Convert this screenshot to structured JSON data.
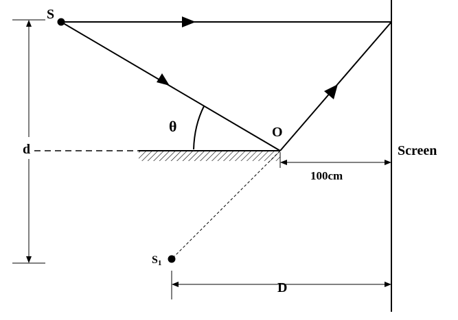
{
  "labels": {
    "source": "S",
    "image_source_main": "S",
    "image_source_sub": "1",
    "point_o": "O",
    "angle": "θ",
    "distance_d": "d",
    "screen": "Screen",
    "mirror_to_screen": "100cm",
    "source_to_screen": "D"
  }
}
